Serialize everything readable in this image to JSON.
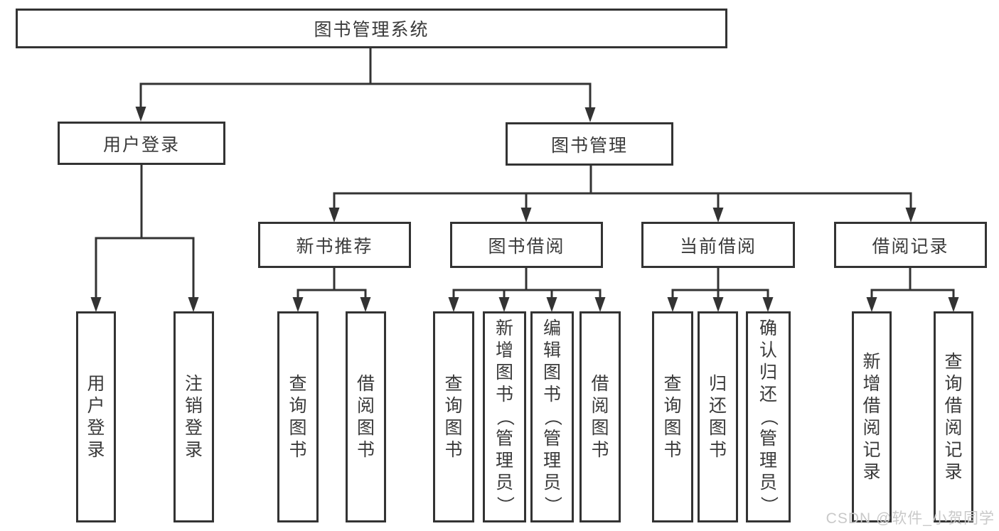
{
  "diagram": {
    "title": "图书管理系统",
    "level2": {
      "user_login": "用户登录",
      "book_management": "图书管理"
    },
    "level3": {
      "new_book_recommend": "新书推荐",
      "book_borrow": "图书借阅",
      "current_borrow": "当前借阅",
      "borrow_records": "借阅记录"
    },
    "leaves": {
      "user_login": "用户登录",
      "logout_login": "注销登录",
      "nb_query_books": "查询图书",
      "nb_borrow_books": "借阅图书",
      "bw_query_books": "查询图书",
      "bw_add_books": "新增图书（管理员）",
      "bw_edit_books": "编辑图书（管理员）",
      "bw_borrow_books": "借阅图书",
      "cur_query_books": "查询图书",
      "cur_return_books": "归还图书",
      "cur_confirm_return": "确认归还（管理员）",
      "rec_add_record": "新增借阅记录",
      "rec_query_record": "查询借阅记录"
    },
    "watermark": "CSDN @软件_小贺同学",
    "colors": {
      "line": "#333333",
      "text": "#3a3a3a",
      "watermark": "#c9c9c9"
    }
  }
}
